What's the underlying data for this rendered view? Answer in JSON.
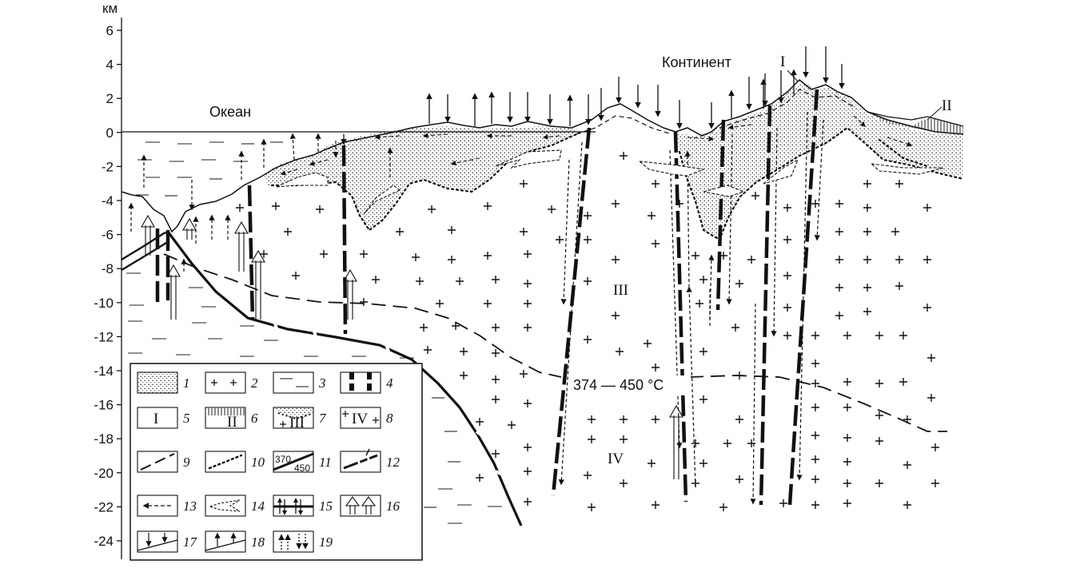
{
  "axis": {
    "unit": "км",
    "ticks": [
      "6",
      "4",
      "2",
      "0",
      "-2",
      "-4",
      "-6",
      "-8",
      "-10",
      "-12",
      "-14",
      "-16",
      "-18",
      "-20",
      "-22",
      "-24"
    ]
  },
  "labels": {
    "ocean": "Океан",
    "continent": "Континент",
    "temperature": "374 — 450 °C",
    "zone_1": "I",
    "zone_2": "II",
    "zone_3": "III",
    "zone_4": "IV"
  },
  "legend": {
    "numbers": [
      "1",
      "2",
      "3",
      "4",
      "5",
      "6",
      "7",
      "8",
      "9",
      "10",
      "11",
      "12",
      "13",
      "14",
      "15",
      "16",
      "17",
      "18",
      "19"
    ],
    "sym_5_text": "I",
    "sym_6_text": "II",
    "sym_7_text": "III",
    "sym_8_text": "IV",
    "sym_11_top": "370",
    "sym_11_bottom": "450"
  }
}
